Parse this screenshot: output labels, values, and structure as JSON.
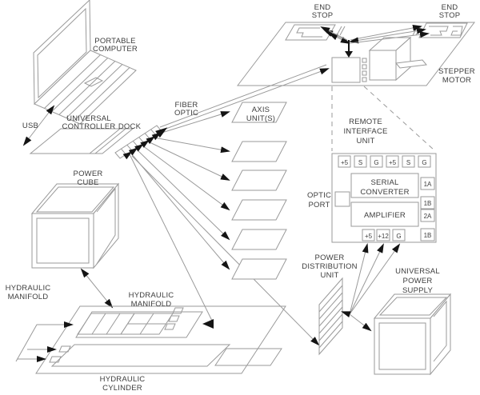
{
  "diagram_title": "Motion control and hydraulic system block diagram",
  "colors": {
    "background": "#ffffff",
    "line": "#9a9a9a",
    "arrow": "#141414",
    "text": "#3d3d3d"
  },
  "components": {
    "portable_computer": {
      "label_lines": [
        "PORTABLE",
        "COMPUTER"
      ]
    },
    "usb": {
      "label": "USB"
    },
    "universal_controller": {
      "label_lines": [
        "UNIVERSAL",
        "CONTROLLER"
      ]
    },
    "dock": {
      "label": "DOCK"
    },
    "fiber_optic": {
      "label_lines": [
        "FIBER",
        "OPTIC"
      ]
    },
    "axis_units": {
      "label_lines": [
        "AXIS",
        "UNIT(S)"
      ],
      "count": 6
    },
    "end_stop_left": {
      "label_lines": [
        "END",
        "STOP"
      ]
    },
    "end_stop_right": {
      "label_lines": [
        "END",
        "STOP"
      ]
    },
    "stepper_motor": {
      "label_lines": [
        "STEPPER",
        "MOTOR"
      ]
    },
    "remote_interface_unit": {
      "label_lines": [
        "REMOTE",
        "INTERFACE",
        "UNIT"
      ],
      "top_terminals": [
        "+5",
        "S",
        "G",
        "+5",
        "S",
        "G"
      ],
      "serial_converter_lines": [
        "SERIAL",
        "CONVERTER"
      ],
      "amplifier_label": "AMPLIFIER",
      "right_terminals": [
        "1A",
        "1B",
        "2A",
        "1B"
      ],
      "bottom_terminals": [
        "+5",
        "+12",
        "G"
      ]
    },
    "optic_port": {
      "label_lines": [
        "OPTIC",
        "PORT"
      ]
    },
    "power_distribution_unit": {
      "label_lines": [
        "POWER",
        "DISTRIBUTION",
        "UNIT"
      ]
    },
    "universal_power_supply": {
      "label_lines": [
        "UNIVERSAL",
        "POWER",
        "SUPPLY"
      ]
    },
    "power_cube": {
      "label_lines": [
        "POWER",
        "CUBE"
      ]
    },
    "hydraulic_manifold_left": {
      "label_lines": [
        "HYDRAULIC",
        "MANIFOLD"
      ]
    },
    "hydraulic_manifold_mid": {
      "label_lines": [
        "HYDRAULIC",
        "MANIFOLD"
      ]
    },
    "hydraulic_cylinder": {
      "label_lines": [
        "HYDRAULIC",
        "CYLINDER"
      ]
    }
  }
}
